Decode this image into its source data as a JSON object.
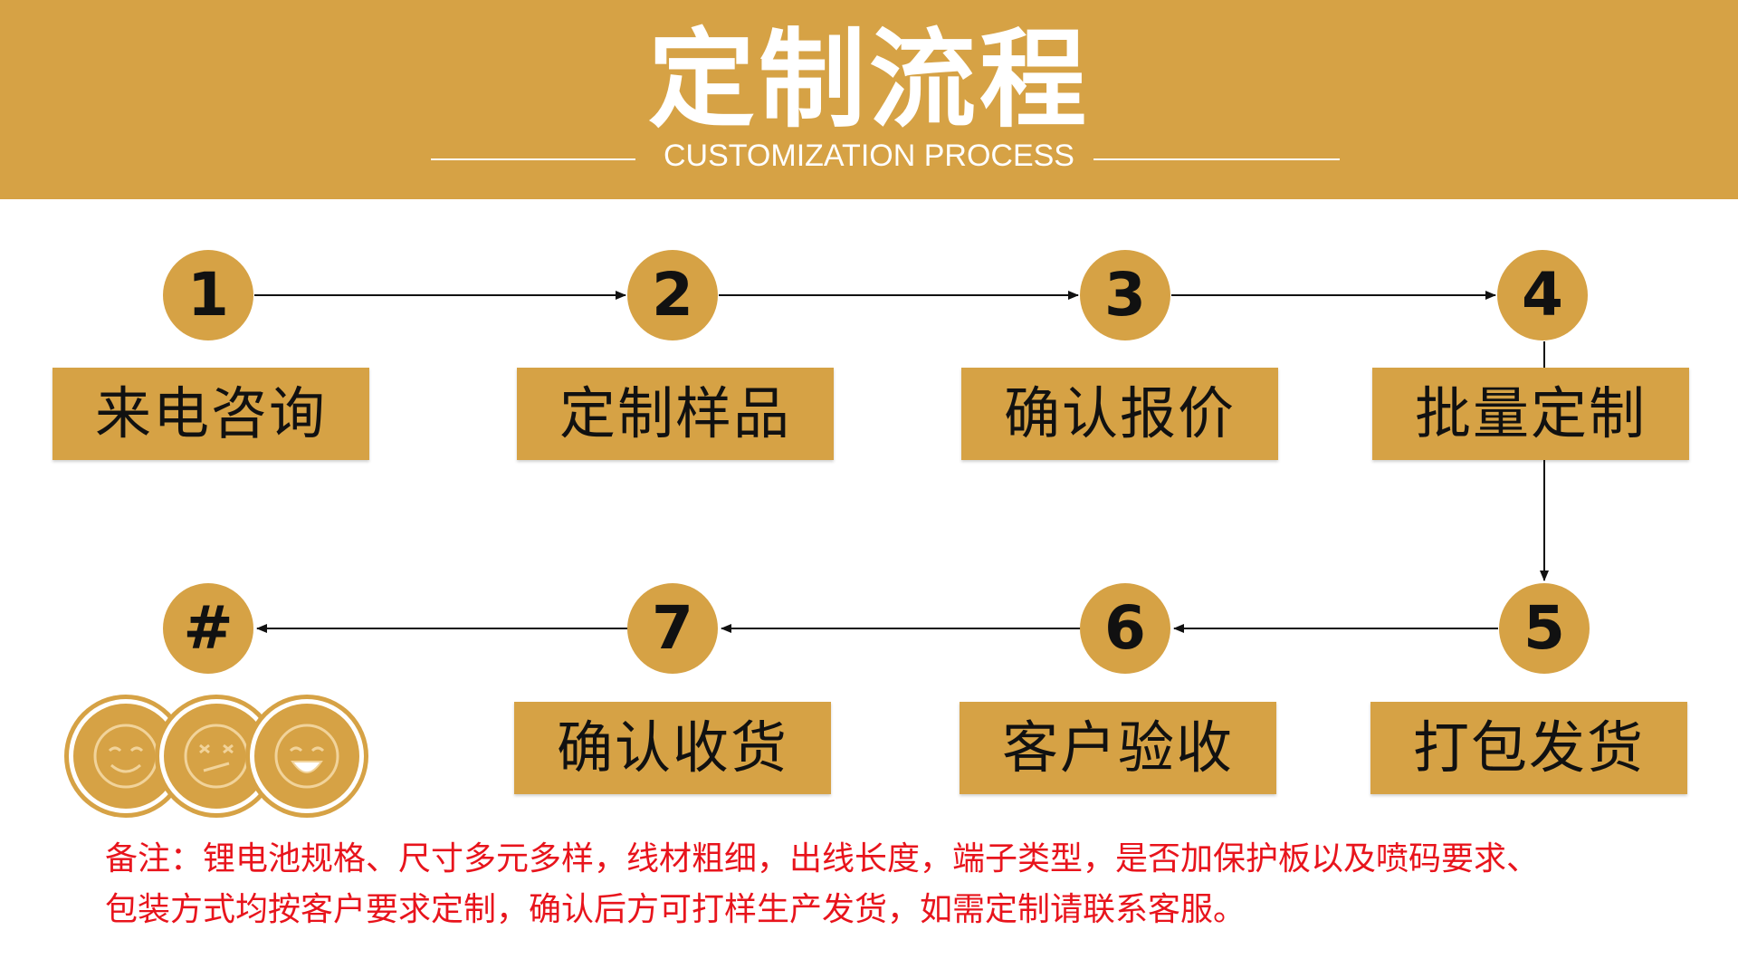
{
  "header": {
    "title": "定制流程",
    "subtitle": "CUSTOMIZATION PROCESS",
    "color": "#d6a245"
  },
  "steps": [
    {
      "number": "1",
      "label": "来电咨询"
    },
    {
      "number": "2",
      "label": "定制样品"
    },
    {
      "number": "3",
      "label": "确认报价"
    },
    {
      "number": "4",
      "label": "批量定制"
    },
    {
      "number": "5",
      "label": "打包发货"
    },
    {
      "number": "6",
      "label": "客户验收"
    },
    {
      "number": "7",
      "label": "确认收货"
    },
    {
      "number": "#",
      "label": ""
    }
  ],
  "icons": [
    "smile-face-icon",
    "grimace-face-icon",
    "laugh-face-icon"
  ],
  "note": {
    "line1": "备注：锂电池规格、尺寸多元多样，线材粗细，出线长度，端子类型，是否加保护板以及喷码要求、",
    "line2": "包装方式均按客户要求定制，确认后方可打样生产发货，如需定制请联系客服。",
    "color": "#e8141c"
  }
}
